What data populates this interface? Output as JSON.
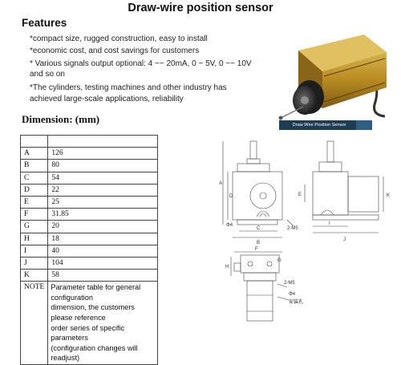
{
  "title": "Draw-wire position sensor",
  "features": {
    "heading": "Features",
    "bullets": [
      "*compact size, rugged construction, easy to install",
      "*economic cost, and cost savings for customers",
      "* Various signals output optional: 4 ~~ 20mA, 0 ~ 5V, 0 ~~ 10V",
      "and so on",
      "*The cylinders, testing machines and other industry has",
      "achieved large-scale applications, reliability"
    ]
  },
  "photo": {
    "caption": "Draw Wire Position Sensor"
  },
  "dimension": {
    "heading": "Dimension: (mm)",
    "rows": [
      {
        "label": "A",
        "value": "126"
      },
      {
        "label": "B",
        "value": "80"
      },
      {
        "label": "C",
        "value": "54"
      },
      {
        "label": "D",
        "value": "22"
      },
      {
        "label": "E",
        "value": "25"
      },
      {
        "label": "F",
        "value": "31.85"
      },
      {
        "label": "G",
        "value": "20"
      },
      {
        "label": "H",
        "value": "18"
      },
      {
        "label": "I",
        "value": "40"
      },
      {
        "label": "J",
        "value": "104"
      },
      {
        "label": "K",
        "value": "58"
      }
    ],
    "note_label": "NOTE",
    "note_lines": [
      "Parameter table for general configuration",
      "dimension, the customers please reference",
      "order series of specific parameters",
      "(configuration changes will readjust)"
    ]
  },
  "drawing_labels": {
    "a": "A",
    "b": "B",
    "c": "C",
    "d": "D",
    "e": "E",
    "f": "F",
    "g": "G",
    "h": "H",
    "i": "I",
    "j": "J",
    "k": "K",
    "m5_top": "2-M5",
    "m5_bottom": "2-M5",
    "hole_top": "Φ4",
    "hole_bottom": "Φ4",
    "note_small": "安装孔"
  }
}
